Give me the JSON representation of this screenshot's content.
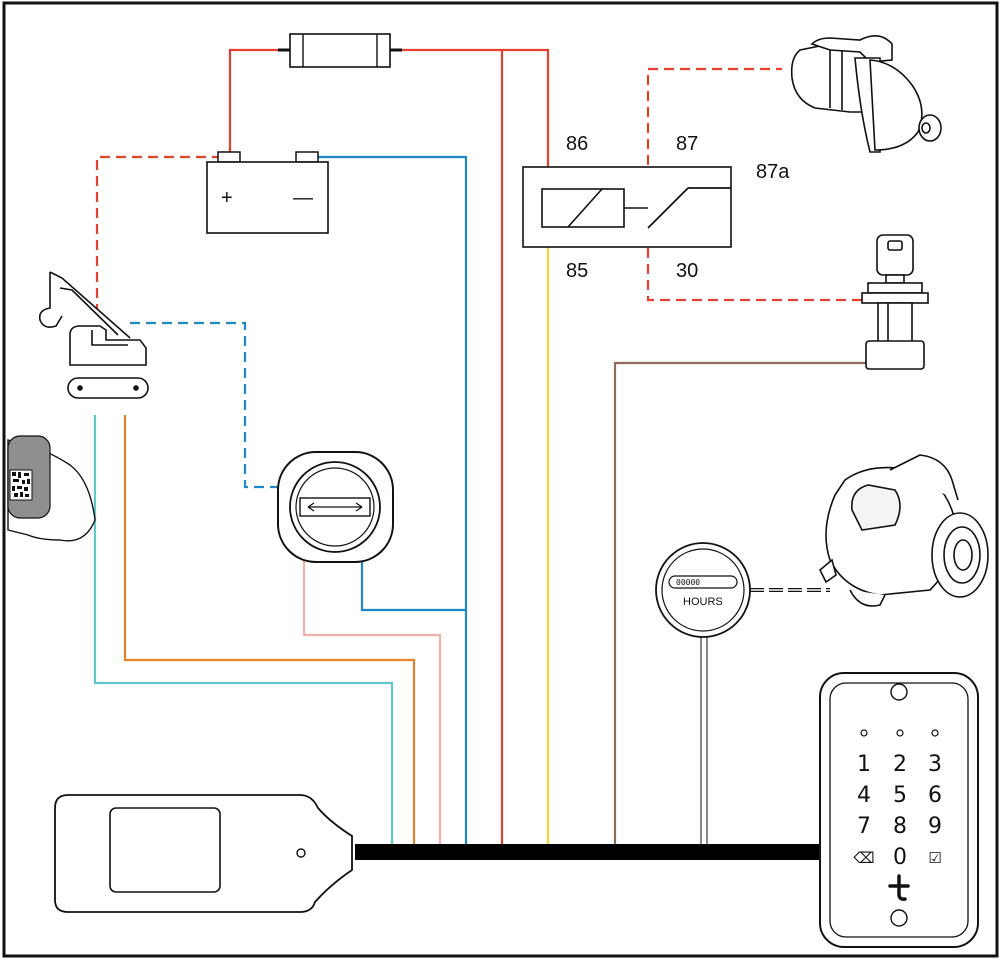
{
  "relay": {
    "pin86": "86",
    "pin87": "87",
    "pin87a": "87a",
    "pin85": "85",
    "pin30": "30"
  },
  "battery": {
    "plus": "+",
    "minus": "—"
  },
  "hour_meter": {
    "label": "HOURS",
    "digits": "00000"
  },
  "keypad": {
    "keys": [
      "1",
      "2",
      "3",
      "4",
      "5",
      "6",
      "7",
      "8",
      "9",
      "⌫",
      "0",
      "☑"
    ]
  },
  "colors": {
    "red": "#e8402f",
    "blue": "#1f88c9",
    "cyan": "#63c6c8",
    "orange": "#e8812c",
    "pink": "#f0b0ac",
    "yellow": "#f6d23a",
    "brown": "#8e6c5a",
    "gray": "#555555",
    "harness": "#000000"
  }
}
